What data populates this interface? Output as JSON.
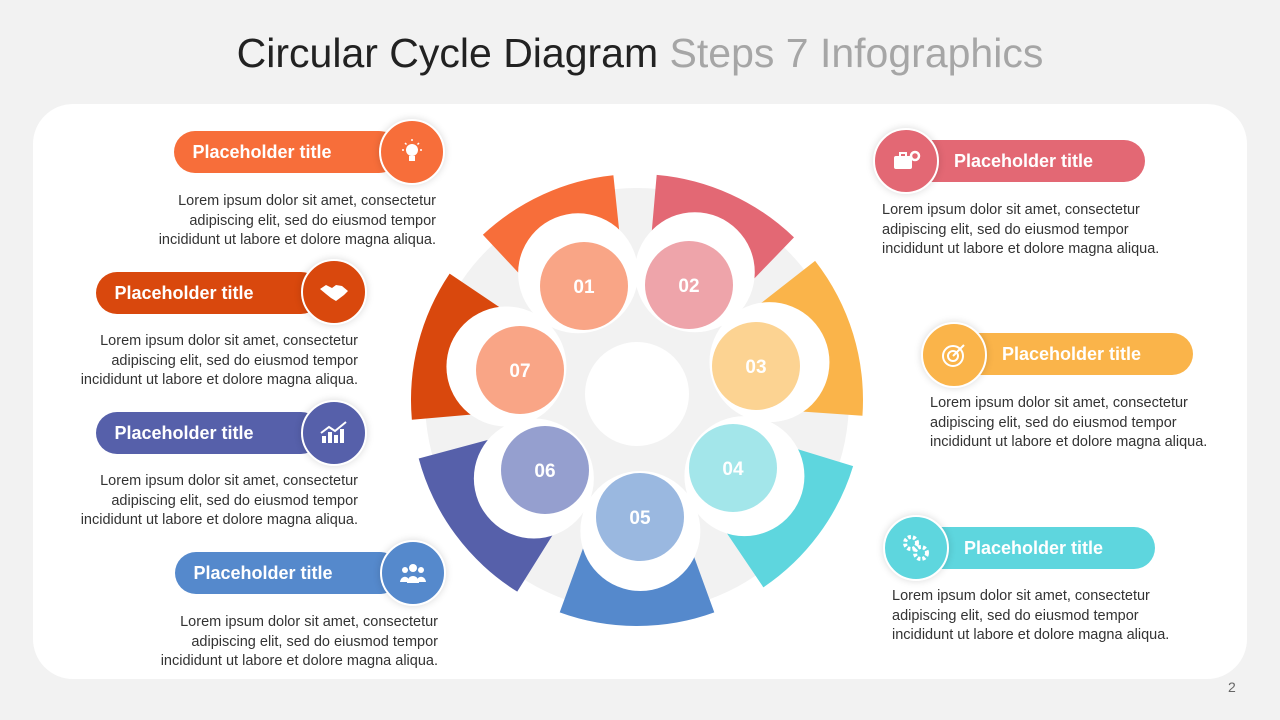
{
  "title": {
    "main": "Circular Cycle Diagram",
    "sub": "Steps 7 Infographics"
  },
  "page_number": "2",
  "colors": {
    "s1": "#F76E3A",
    "s2": "#E36874",
    "s3": "#FAB44A",
    "s4": "#5ED6DE",
    "s5": "#5589CC",
    "s6": "#5660AA",
    "s7": "#D9480D"
  },
  "steps": [
    {
      "num": "01",
      "title": "Placeholder title",
      "icon": "lightbulb-icon",
      "text": [
        "Lorem ipsum dolor sit amet, consectetur",
        "adipiscing elit, sed do eiusmod tempor",
        "incididunt ut labore et dolore magna aliqua."
      ]
    },
    {
      "num": "02",
      "title": "Placeholder title",
      "icon": "briefcase-gear-icon",
      "text": [
        "Lorem ipsum dolor sit amet, consectetur",
        "adipiscing elit, sed do eiusmod tempor",
        "incididunt ut labore et dolore magna aliqua."
      ]
    },
    {
      "num": "03",
      "title": "Placeholder title",
      "icon": "target-icon",
      "text": [
        "Lorem ipsum dolor sit amet, consectetur",
        "adipiscing elit, sed do eiusmod tempor",
        "incididunt ut labore et dolore magna aliqua."
      ]
    },
    {
      "num": "04",
      "title": "Placeholder title",
      "icon": "gears-icon",
      "text": [
        "Lorem ipsum dolor sit amet, consectetur",
        "adipiscing elit, sed do eiusmod tempor",
        "incididunt ut labore et dolore magna aliqua."
      ]
    },
    {
      "num": "05",
      "title": "Placeholder title",
      "icon": "team-icon",
      "text": [
        "Lorem ipsum dolor sit amet, consectetur",
        "adipiscing elit, sed do eiusmod tempor",
        "incididunt ut labore et dolore magna aliqua."
      ]
    },
    {
      "num": "06",
      "title": "Placeholder title",
      "icon": "chart-growth-icon",
      "text": [
        "Lorem ipsum dolor sit amet, consectetur",
        "adipiscing elit, sed do eiusmod tempor",
        "incididunt ut labore et dolore magna aliqua."
      ]
    },
    {
      "num": "07",
      "title": "Placeholder title",
      "icon": "handshake-icon",
      "text": [
        "Lorem ipsum dolor sit amet, consectetur",
        "adipiscing elit, sed do eiusmod tempor",
        "incididunt ut labore et dolore magna aliqua."
      ]
    }
  ]
}
